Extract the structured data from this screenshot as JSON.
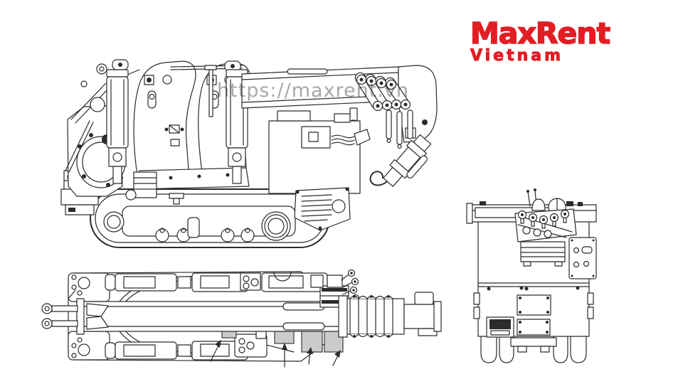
{
  "page": {
    "background_color": "#ffffff"
  },
  "brand": {
    "name": "MaxRent",
    "subtitle": "Vietnam",
    "color": "#e21d24"
  },
  "watermark": {
    "text": "https://maxrent.vn",
    "color": "#a8a8a8"
  },
  "drawing": {
    "line_color": "#2b2b2b",
    "panel_fill_color": "#cbcbcb"
  }
}
